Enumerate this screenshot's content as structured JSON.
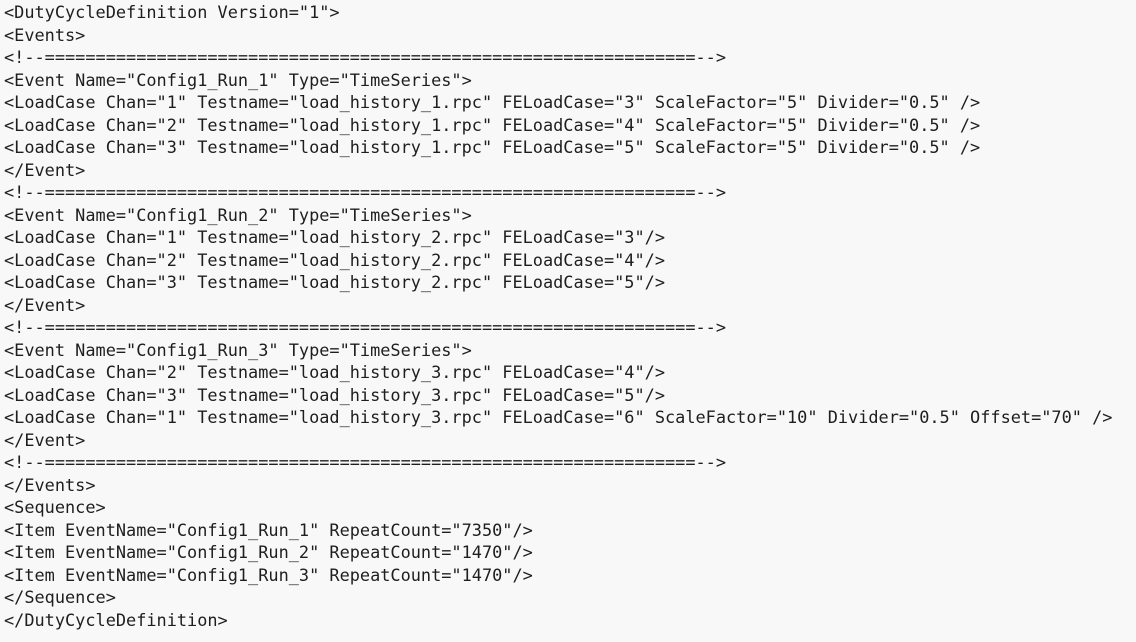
{
  "lines": [
    "<DutyCycleDefinition Version=\"1\">",
    "<Events>",
    "<!--================================================================-->",
    "<Event Name=\"Config1_Run_1\" Type=\"TimeSeries\">",
    "<LoadCase Chan=\"1\" Testname=\"load_history_1.rpc\" FELoadCase=\"3\" ScaleFactor=\"5\" Divider=\"0.5\" />",
    "<LoadCase Chan=\"2\" Testname=\"load_history_1.rpc\" FELoadCase=\"4\" ScaleFactor=\"5\" Divider=\"0.5\" />",
    "<LoadCase Chan=\"3\" Testname=\"load_history_1.rpc\" FELoadCase=\"5\" ScaleFactor=\"5\" Divider=\"0.5\" />",
    "</Event>",
    "<!--================================================================-->",
    "<Event Name=\"Config1_Run_2\" Type=\"TimeSeries\">",
    "<LoadCase Chan=\"1\" Testname=\"load_history_2.rpc\" FELoadCase=\"3\"/>",
    "<LoadCase Chan=\"2\" Testname=\"load_history_2.rpc\" FELoadCase=\"4\"/>",
    "<LoadCase Chan=\"3\" Testname=\"load_history_2.rpc\" FELoadCase=\"5\"/>",
    "</Event>",
    "<!--================================================================-->",
    "<Event Name=\"Config1_Run_3\" Type=\"TimeSeries\">",
    "<LoadCase Chan=\"2\" Testname=\"load_history_3.rpc\" FELoadCase=\"4\"/>",
    "<LoadCase Chan=\"3\" Testname=\"load_history_3.rpc\" FELoadCase=\"5\"/>",
    "<LoadCase Chan=\"1\" Testname=\"load_history_3.rpc\" FELoadCase=\"6\" ScaleFactor=\"10\" Divider=\"0.5\" Offset=\"70\" />",
    "</Event>",
    "<!--================================================================-->",
    "</Events>",
    "<Sequence>",
    "<Item EventName=\"Config1_Run_1\" RepeatCount=\"7350\"/>",
    "<Item EventName=\"Config1_Run_2\" RepeatCount=\"1470\"/>",
    "<Item EventName=\"Config1_Run_3\" RepeatCount=\"1470\"/>",
    "</Sequence>",
    "</DutyCycleDefinition>"
  ]
}
